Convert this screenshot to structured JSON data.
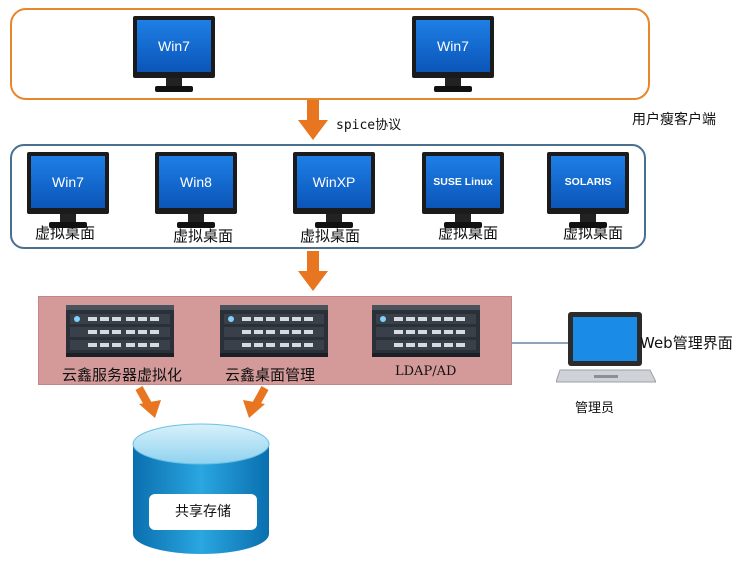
{
  "client_group": {
    "label": "用户瘦客户端",
    "monitors": [
      "Win7",
      "Win7"
    ]
  },
  "protocol_label": "spice协议",
  "virtual_desktops": [
    {
      "os": "Win7",
      "caption": "虚拟桌面"
    },
    {
      "os": "Win8",
      "caption": "虚拟桌面"
    },
    {
      "os": "WinXP",
      "caption": "虚拟桌面"
    },
    {
      "os": "SUSE Linux",
      "caption": "虚拟桌面"
    },
    {
      "os": "SOLARIS",
      "caption": "虚拟桌面"
    }
  ],
  "servers": [
    {
      "label": "云鑫服务器虚拟化"
    },
    {
      "label": "云鑫桌面管理"
    },
    {
      "label": "LDAP/AD"
    }
  ],
  "admin": {
    "web_label": "Web管理界面",
    "role_label": "管理员"
  },
  "storage": {
    "label": "共享存储"
  },
  "colors": {
    "client_border": "#e8862c",
    "vdesk_border": "#4a6f8f",
    "server_panel": "#d49a9a",
    "arrow": "#e8751f",
    "screen": "#1a6fd6",
    "storage": "#1e90c8"
  }
}
